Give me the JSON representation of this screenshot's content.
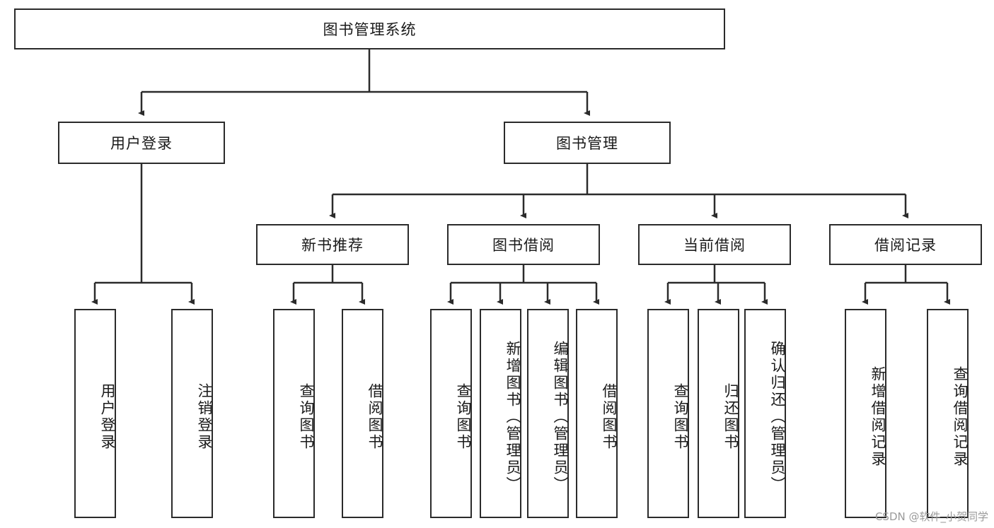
{
  "diagram": {
    "title": "图书管理系统",
    "watermark": "CSDN @软件_小贺同学",
    "line_color": "#2b2b2b",
    "box_border_color": "#2b2b2b",
    "box_fill_color": "#ffffff",
    "text_color": "#1a1a1a",
    "watermark_color": "#9a9a9a",
    "root": {
      "label": "图书管理系统"
    },
    "level2": [
      {
        "label": "用户登录"
      },
      {
        "label": "图书管理"
      }
    ],
    "level3": [
      {
        "label": "新书推荐"
      },
      {
        "label": "图书借阅"
      },
      {
        "label": "当前借阅"
      },
      {
        "label": "借阅记录"
      }
    ],
    "leaves": [
      {
        "label": "用户登录"
      },
      {
        "label": "注销登录"
      },
      {
        "label": "查询图书"
      },
      {
        "label": "借阅图书"
      },
      {
        "label": "查询图书"
      },
      {
        "label": "新增图书（管理员）"
      },
      {
        "label": "编辑图书（管理员）"
      },
      {
        "label": "借阅图书"
      },
      {
        "label": "查询图书"
      },
      {
        "label": "归还图书"
      },
      {
        "label": "确认归还（管理员）"
      },
      {
        "label": "新增借阅记录"
      },
      {
        "label": "查询借阅记录"
      }
    ]
  }
}
